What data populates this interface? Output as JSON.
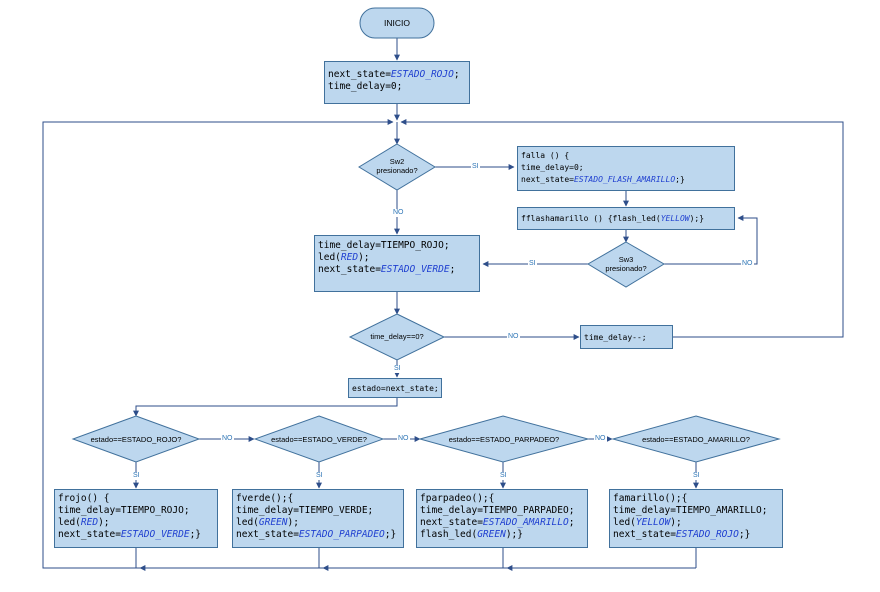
{
  "start": "INICIO",
  "init": [
    "next_state=",
    "ESTADO_ROJO",
    ";",
    "time_delay=0;"
  ],
  "decision_sw2": [
    "Sw2",
    "presionado?"
  ],
  "falla": {
    "l1": "falla () {",
    "l2": "time_delay=0;",
    "l3_pre": "next_state=",
    "l3_kw": "ESTADO_FLASH_AMARILLO",
    "l3_post": ";}"
  },
  "flash": {
    "pre": "fflashamarillo () {flash_led(",
    "kw": "YELLOW",
    "post": ");}"
  },
  "decision_sw3": [
    "Sw3",
    "presionado?"
  ],
  "rojo_block": {
    "l1": "time_delay=TIEMPO_ROJO;",
    "l2_pre": "led(",
    "l2_kw": "RED",
    "l2_post": ");",
    "l3_pre": "next_state=",
    "l3_kw": "ESTADO_VERDE",
    "l3_post": ";"
  },
  "decision_td": "time_delay==0?",
  "td_dec": "time_delay--;",
  "estado_assign": "estado=next_state;",
  "decisions": [
    "estado==ESTADO_ROJO?",
    "estado==ESTADO_VERDE?",
    "estado==ESTADO_PARPADEO?",
    "estado==ESTADO_AMARILLO?"
  ],
  "frojo": {
    "l1": "frojo() {",
    "l2": "time_delay=TIEMPO_ROJO;",
    "l3_pre": "led(",
    "l3_kw": "RED",
    "l3_post": ");",
    "l4_pre": "next_state=",
    "l4_kw": "ESTADO_VERDE",
    "l4_post": ";}"
  },
  "fverde": {
    "l1": "fverde();{",
    "l2": "time_delay=TIEMPO_VERDE;",
    "l3_pre": "led(",
    "l3_kw": "GREEN",
    "l3_post": ");",
    "l4_pre": "next_state=",
    "l4_kw": "ESTADO_PARPADEO",
    "l4_post": ";}"
  },
  "fparpadeo": {
    "l1": "fparpadeo();{",
    "l2": "time_delay=TIEMPO_PARPADEO;",
    "l3_pre": "next_state=",
    "l3_kw": "ESTADO_AMARILLO",
    "l3_post": ";",
    "l4_pre": "flash_led(",
    "l4_kw": "GREEN",
    "l4_post": ");}"
  },
  "famarillo": {
    "l1": "famarillo();{",
    "l2": "time_delay=TIEMPO_AMARILLO;",
    "l3_pre": "led(",
    "l3_kw": "YELLOW",
    "l3_post": ");",
    "l4_pre": "next_state=",
    "l4_kw": "ESTADO_ROJO",
    "l4_post": ";}"
  },
  "labels": {
    "si": "SI",
    "no": "NO"
  },
  "colors": {
    "fill": "#bdd7ee",
    "stroke": "#41719c",
    "line": "#2e4e8a",
    "keyword": "#1f3fd0",
    "edge_label": "#2e75b6"
  }
}
